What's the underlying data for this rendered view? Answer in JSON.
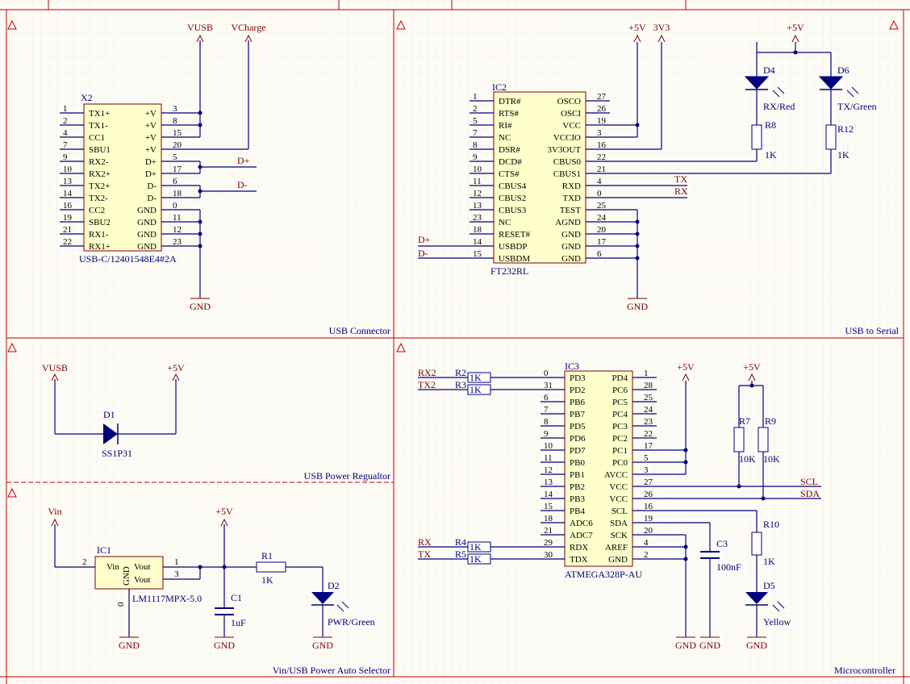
{
  "colors": {
    "background": "#fdfcf6",
    "grid": "#ece6da",
    "wire": "#000080",
    "component_outline": "#800000",
    "component_fill": "#ffffcc",
    "power_label": "#800000",
    "sheet_border": "#c00000",
    "text": "#000080",
    "junction": "#000080"
  },
  "sections": {
    "usb_connector": "USB Connector",
    "usb_to_serial": "USB to Serial",
    "usb_power_regulator": "USB Power Regualtor",
    "power_selector": "Vin/USB Power Auto Selector",
    "microcontroller": "Microcontroller"
  },
  "power_labels": {
    "vusb": "VUSB",
    "vcharge": "VCharge",
    "gnd": "GND",
    "p5v": "+5V",
    "p3v3": "3V3",
    "vin": "Vin"
  },
  "nets": {
    "dplus": "D+",
    "dminus": "D-",
    "tx": "TX",
    "rx": "RX",
    "tx2": "TX2",
    "rx2": "RX2",
    "scl": "SCL",
    "sda": "SDA"
  },
  "x2": {
    "designator": "X2",
    "part": "USB-C/12401548E4#2A",
    "left_pins": [
      {
        "num": "1",
        "name": "TX1+"
      },
      {
        "num": "2",
        "name": "TX1-"
      },
      {
        "num": "4",
        "name": "CC1"
      },
      {
        "num": "7",
        "name": "SBU1"
      },
      {
        "num": "9",
        "name": "RX2-"
      },
      {
        "num": "10",
        "name": "RX2+"
      },
      {
        "num": "13",
        "name": "TX2+"
      },
      {
        "num": "14",
        "name": "TX2-"
      },
      {
        "num": "16",
        "name": "CC2"
      },
      {
        "num": "19",
        "name": "SBU2"
      },
      {
        "num": "21",
        "name": "RX1-"
      },
      {
        "num": "22",
        "name": "RX1+"
      }
    ],
    "right_pins": [
      {
        "num": "3",
        "name": "+V"
      },
      {
        "num": "8",
        "name": "+V"
      },
      {
        "num": "15",
        "name": "+V"
      },
      {
        "num": "20",
        "name": "+V"
      },
      {
        "num": "5",
        "name": "D+"
      },
      {
        "num": "17",
        "name": "D+"
      },
      {
        "num": "6",
        "name": "D-"
      },
      {
        "num": "18",
        "name": "D-"
      },
      {
        "num": "0",
        "name": "GND"
      },
      {
        "num": "11",
        "name": "GND"
      },
      {
        "num": "12",
        "name": "GND"
      },
      {
        "num": "23",
        "name": "GND"
      }
    ]
  },
  "ic2": {
    "designator": "IC2",
    "part": "FT232RL",
    "left_pins": [
      {
        "num": "1",
        "name": "DTR#"
      },
      {
        "num": "2",
        "name": "RTS#"
      },
      {
        "num": "5",
        "name": "RI#"
      },
      {
        "num": "7",
        "name": "NC"
      },
      {
        "num": "8",
        "name": "DSR#"
      },
      {
        "num": "9",
        "name": "DCD#"
      },
      {
        "num": "10",
        "name": "CTS#"
      },
      {
        "num": "11",
        "name": "CBUS4"
      },
      {
        "num": "12",
        "name": "CBUS2"
      },
      {
        "num": "13",
        "name": "CBUS3"
      },
      {
        "num": "23",
        "name": "NC"
      },
      {
        "num": "18",
        "name": "RESET#"
      },
      {
        "num": "14",
        "name": "USBDP"
      },
      {
        "num": "15",
        "name": "USBDM"
      }
    ],
    "right_pins": [
      {
        "num": "27",
        "name": "OSCO"
      },
      {
        "num": "26",
        "name": "OSCI"
      },
      {
        "num": "19",
        "name": "VCC"
      },
      {
        "num": "3",
        "name": "VCCIO"
      },
      {
        "num": "16",
        "name": "3V3OUT"
      },
      {
        "num": "22",
        "name": "CBUS0"
      },
      {
        "num": "21",
        "name": "CBUS1"
      },
      {
        "num": "4",
        "name": "RXD"
      },
      {
        "num": "0",
        "name": "TXD"
      },
      {
        "num": "25",
        "name": "TEST"
      },
      {
        "num": "24",
        "name": "AGND"
      },
      {
        "num": "20",
        "name": "GND"
      },
      {
        "num": "17",
        "name": "GND"
      },
      {
        "num": "6",
        "name": "GND"
      }
    ]
  },
  "ic3": {
    "designator": "IC3",
    "part": "ATMEGA328P-AU",
    "left_pins": [
      {
        "num": "0",
        "name": "PD3"
      },
      {
        "num": "31",
        "name": "PD2"
      },
      {
        "num": "6",
        "name": "PB6"
      },
      {
        "num": "7",
        "name": "PB7"
      },
      {
        "num": "8",
        "name": "PD5"
      },
      {
        "num": "9",
        "name": "PD6"
      },
      {
        "num": "10",
        "name": "PD7"
      },
      {
        "num": "11",
        "name": "PB0"
      },
      {
        "num": "12",
        "name": "PB1"
      },
      {
        "num": "13",
        "name": "PB2"
      },
      {
        "num": "14",
        "name": "PB3"
      },
      {
        "num": "15",
        "name": "PB4"
      },
      {
        "num": "18",
        "name": "ADC6"
      },
      {
        "num": "21",
        "name": "ADC7"
      },
      {
        "num": "29",
        "name": "RDX"
      },
      {
        "num": "30",
        "name": "TDX"
      }
    ],
    "right_pins": [
      {
        "num": "1",
        "name": "PD4"
      },
      {
        "num": "28",
        "name": "PC6"
      },
      {
        "num": "25",
        "name": "PC5"
      },
      {
        "num": "24",
        "name": "PC4"
      },
      {
        "num": "23",
        "name": "PC3"
      },
      {
        "num": "22",
        "name": "PC2"
      },
      {
        "num": "17",
        "name": "PC1"
      },
      {
        "num": "5",
        "name": "PC0"
      },
      {
        "num": "3",
        "name": "AVCC"
      },
      {
        "num": "27",
        "name": "VCC"
      },
      {
        "num": "26",
        "name": "VCC"
      },
      {
        "num": "16",
        "name": "SCL"
      },
      {
        "num": "19",
        "name": "SDA"
      },
      {
        "num": "20",
        "name": "SCK"
      },
      {
        "num": "4",
        "name": "AREF"
      },
      {
        "num": "2",
        "name": "GND"
      }
    ]
  },
  "ic1": {
    "designator": "IC1",
    "part": "LM1117MPX-5.0",
    "vin": "Vin",
    "gnd": "GND",
    "vout": "Vout",
    "pin_vin": "2",
    "pin_gnd": "0",
    "pin_vout1": "1",
    "pin_vout2": "3"
  },
  "d1": {
    "designator": "D1",
    "part": "SS1P31"
  },
  "d2": {
    "designator": "D2",
    "part": "PWR/Green"
  },
  "d4": {
    "designator": "D4",
    "part": "RX/Red"
  },
  "d5": {
    "designator": "D5",
    "part": "Yellow"
  },
  "d6": {
    "designator": "D6",
    "part": "TX/Green"
  },
  "r1": {
    "designator": "R1",
    "value": "1K"
  },
  "r2": {
    "designator": "R2",
    "value": "1K"
  },
  "r3": {
    "designator": "R3",
    "value": "1K"
  },
  "r4": {
    "designator": "R4",
    "value": "1K"
  },
  "r5": {
    "designator": "R5",
    "value": "1K"
  },
  "r7": {
    "designator": "R7",
    "value": "10K"
  },
  "r8": {
    "designator": "R8",
    "value": "1K"
  },
  "r9": {
    "designator": "R9",
    "value": "10K"
  },
  "r10": {
    "designator": "R10",
    "value": "1K"
  },
  "r12": {
    "designator": "R12",
    "value": "1K"
  },
  "c1": {
    "designator": "C1",
    "value": "1uF"
  },
  "c3": {
    "designator": "C3",
    "value": "100nF"
  }
}
